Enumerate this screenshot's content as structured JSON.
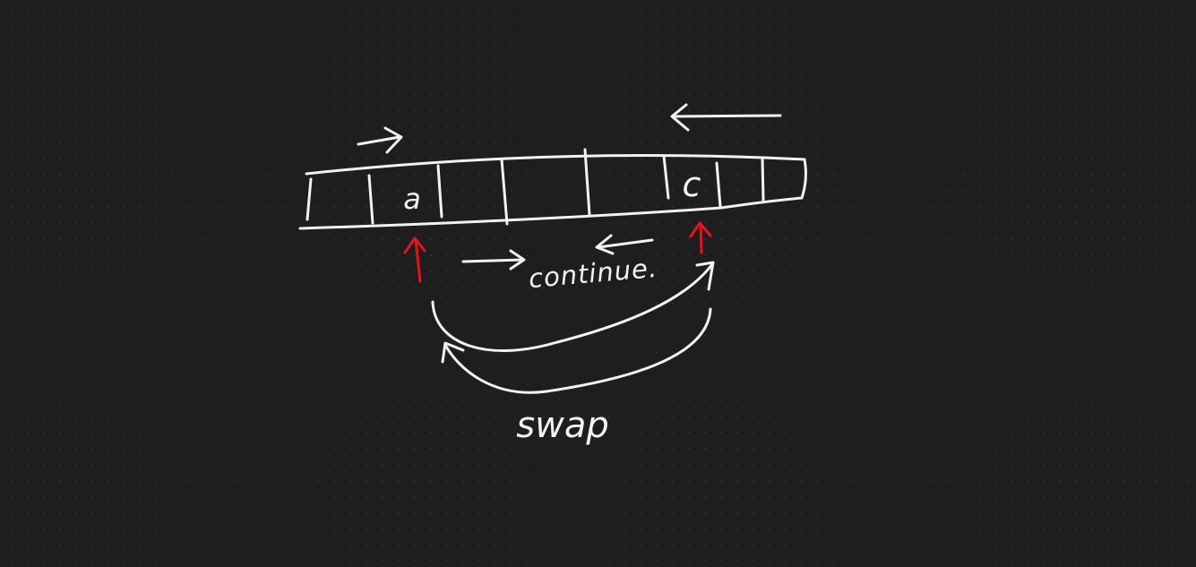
{
  "colors": {
    "background": "#1e1e1f",
    "ink": "#f2f2f2",
    "pointer": "#e8121c"
  },
  "array": {
    "cells": [
      "",
      "",
      "a",
      "",
      "",
      "",
      "",
      "c",
      "",
      ""
    ]
  },
  "labels": {
    "continue": "continue.",
    "swap": "swap"
  }
}
